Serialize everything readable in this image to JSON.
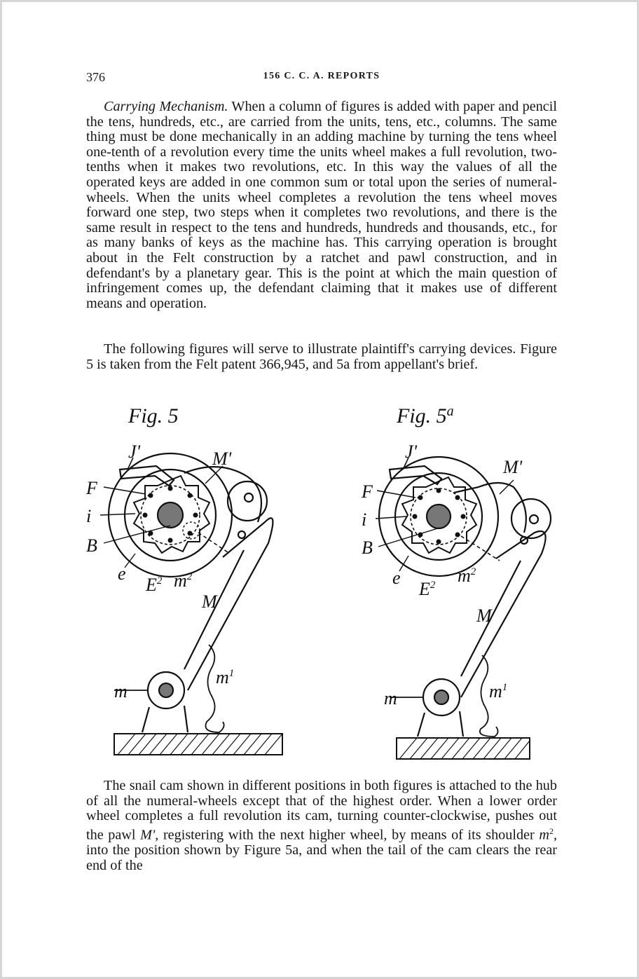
{
  "header": {
    "page_number": "376",
    "running_title": "156 C. C. A. REPORTS"
  },
  "paragraphs": {
    "p1_heading": "Carrying Mechanism.",
    "p1_body": " When a column of figures is added with paper and pencil the tens, hundreds, etc., are carried from the units, tens, etc., columns. The same thing must be done mechanically in an adding machine by turning the tens wheel one-tenth of a revolution every time the units wheel makes a full revolution, two-tenths when it makes two revolutions, etc. In this way the values of all the operated keys are added in one common sum or total upon the series of numeral-wheels. When the units wheel completes a revolution the tens wheel moves forward one step, two steps when it completes two revolutions, and there is the same result in respect to the tens and hundreds, hundreds and thousands, etc., for as many banks of keys as the machine has. This carrying operation is brought about in the Felt construction by a ratchet and pawl construction, and in defendant's by a planetary gear. This is the point at which the main question of infringement comes up, the defendant claiming that it makes use of different means and operation.",
    "p2": "The following figures will serve to illustrate plaintiff's carrying devices. Figure 5 is taken from the Felt patent 366,945, and 5a from appellant's brief.",
    "p3_a": "The snail cam shown in different positions in both figures is attached to the hub of all the numeral-wheels except that of the highest order. When a lower order wheel completes a full revolution its cam, turning counter-clockwise, pushes out the pawl ",
    "p3_m_prime": "M'",
    "p3_b": ", registering with the next higher wheel, by means of its shoulder ",
    "p3_m2": "m",
    "p3_m2_sup": "2",
    "p3_c": ", into the position shown by Figure 5a, and when the tail of the cam clears the rear end of the"
  },
  "figures": {
    "fig5": {
      "caption": "Fig. 5",
      "labels": {
        "J": "J'",
        "M_prime": "M'",
        "F": "F",
        "i": "i",
        "B": "B",
        "e": "e",
        "E2": "E",
        "E2_sup": "2",
        "m2": "m",
        "m2_sup": "2",
        "M": "M",
        "m": "m",
        "m1": "m",
        "m1_sup": "1"
      }
    },
    "fig5a": {
      "caption": "Fig. 5",
      "caption_sup": "a",
      "labels": {
        "J": "J'",
        "M_prime": "M'",
        "F": "F",
        "i": "i",
        "B": "B",
        "e": "e",
        "E2": "E",
        "E2_sup": "2",
        "m2": "m",
        "m2_sup": "2",
        "M": "M",
        "m": "m",
        "m1": "m",
        "m1_sup": "1"
      }
    }
  }
}
